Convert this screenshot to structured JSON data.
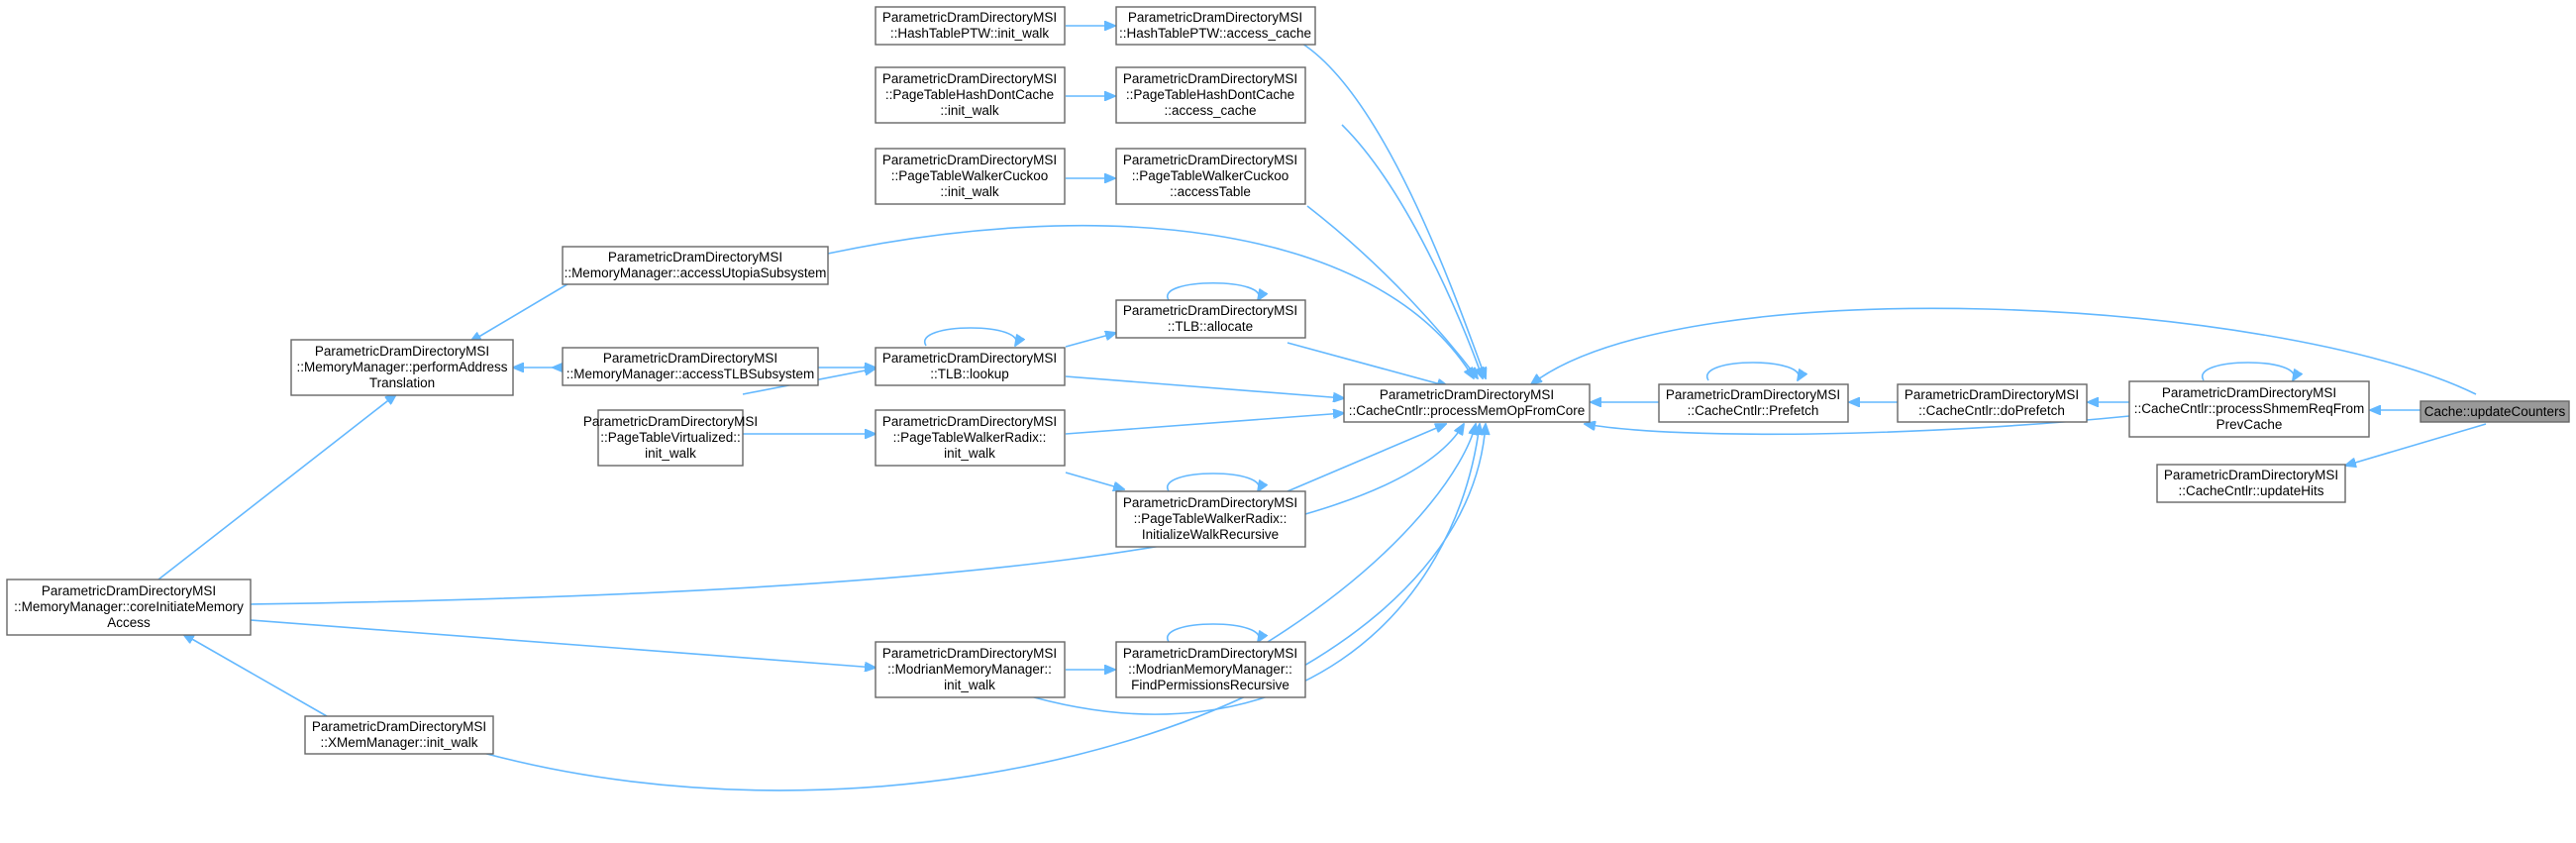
{
  "graph": {
    "colors": {
      "edge": "#63b8ff",
      "node_border": "#666666",
      "focus_fill": "#999999",
      "node_fill": "#ffffff"
    },
    "nodes": [
      {
        "id": "n_htptw_init",
        "lines": [
          "ParametricDramDirectoryMSI",
          "::HashTablePTW::init_walk"
        ]
      },
      {
        "id": "n_htptw_access",
        "lines": [
          "ParametricDramDirectoryMSI",
          "::HashTablePTW::access_cache"
        ]
      },
      {
        "id": "n_pthdc_init",
        "lines": [
          "ParametricDramDirectoryMSI",
          "::PageTableHashDontCache",
          "::init_walk"
        ]
      },
      {
        "id": "n_pthdc_access",
        "lines": [
          "ParametricDramDirectoryMSI",
          "::PageTableHashDontCache",
          "::access_cache"
        ]
      },
      {
        "id": "n_ptwc_init",
        "lines": [
          "ParametricDramDirectoryMSI",
          "::PageTableWalkerCuckoo",
          "::init_walk"
        ]
      },
      {
        "id": "n_ptwc_access",
        "lines": [
          "ParametricDramDirectoryMSI",
          "::PageTableWalkerCuckoo",
          "::accessTable"
        ]
      },
      {
        "id": "n_mm_utopia",
        "lines": [
          "ParametricDramDirectoryMSI",
          "::MemoryManager::accessUtopiaSubsystem"
        ]
      },
      {
        "id": "n_tlb_allocate",
        "lines": [
          "ParametricDramDirectoryMSI",
          "::TLB::allocate"
        ]
      },
      {
        "id": "n_mm_perform",
        "lines": [
          "ParametricDramDirectoryMSI",
          "::MemoryManager::performAddress",
          "Translation"
        ]
      },
      {
        "id": "n_mm_tlbsub",
        "lines": [
          "ParametricDramDirectoryMSI",
          "::MemoryManager::accessTLBSubsystem"
        ]
      },
      {
        "id": "n_tlb_lookup",
        "lines": [
          "ParametricDramDirectoryMSI",
          "::TLB::lookup"
        ]
      },
      {
        "id": "n_cc_processmem",
        "lines": [
          "ParametricDramDirectoryMSI",
          "::CacheCntlr::processMemOpFromCore"
        ]
      },
      {
        "id": "n_cc_prefetch",
        "lines": [
          "ParametricDramDirectoryMSI",
          "::CacheCntlr::Prefetch"
        ]
      },
      {
        "id": "n_cc_doprefetch",
        "lines": [
          "ParametricDramDirectoryMSI",
          "::CacheCntlr::doPrefetch"
        ]
      },
      {
        "id": "n_cc_shmem",
        "lines": [
          "ParametricDramDirectoryMSI",
          "::CacheCntlr::processShmemReqFrom",
          "PrevCache"
        ]
      },
      {
        "id": "n_cache_update",
        "lines": [
          "Cache::updateCounters"
        ],
        "focus": true
      },
      {
        "id": "n_cc_updatehits",
        "lines": [
          "ParametricDramDirectoryMSI",
          "::CacheCntlr::updateHits"
        ]
      },
      {
        "id": "n_ptv_init",
        "lines": [
          "ParametricDramDirectoryMSI",
          "::PageTableVirtualized::",
          "init_walk"
        ]
      },
      {
        "id": "n_ptwr_init",
        "lines": [
          "ParametricDramDirectoryMSI",
          "::PageTableWalkerRadix::",
          "init_walk"
        ]
      },
      {
        "id": "n_ptwr_initrec",
        "lines": [
          "ParametricDramDirectoryMSI",
          "::PageTableWalkerRadix::",
          "InitializeWalkRecursive"
        ]
      },
      {
        "id": "n_mm_coreinit",
        "lines": [
          "ParametricDramDirectoryMSI",
          "::MemoryManager::coreInitiateMemory",
          "Access"
        ]
      },
      {
        "id": "n_modrian_init",
        "lines": [
          "ParametricDramDirectoryMSI",
          "::ModrianMemoryManager::",
          "init_walk"
        ]
      },
      {
        "id": "n_modrian_find",
        "lines": [
          "ParametricDramDirectoryMSI",
          "::ModrianMemoryManager::",
          "FindPermissionsRecursive"
        ]
      },
      {
        "id": "n_xmem_init",
        "lines": [
          "ParametricDramDirectoryMSI",
          "::XMemManager::init_walk"
        ]
      }
    ]
  }
}
